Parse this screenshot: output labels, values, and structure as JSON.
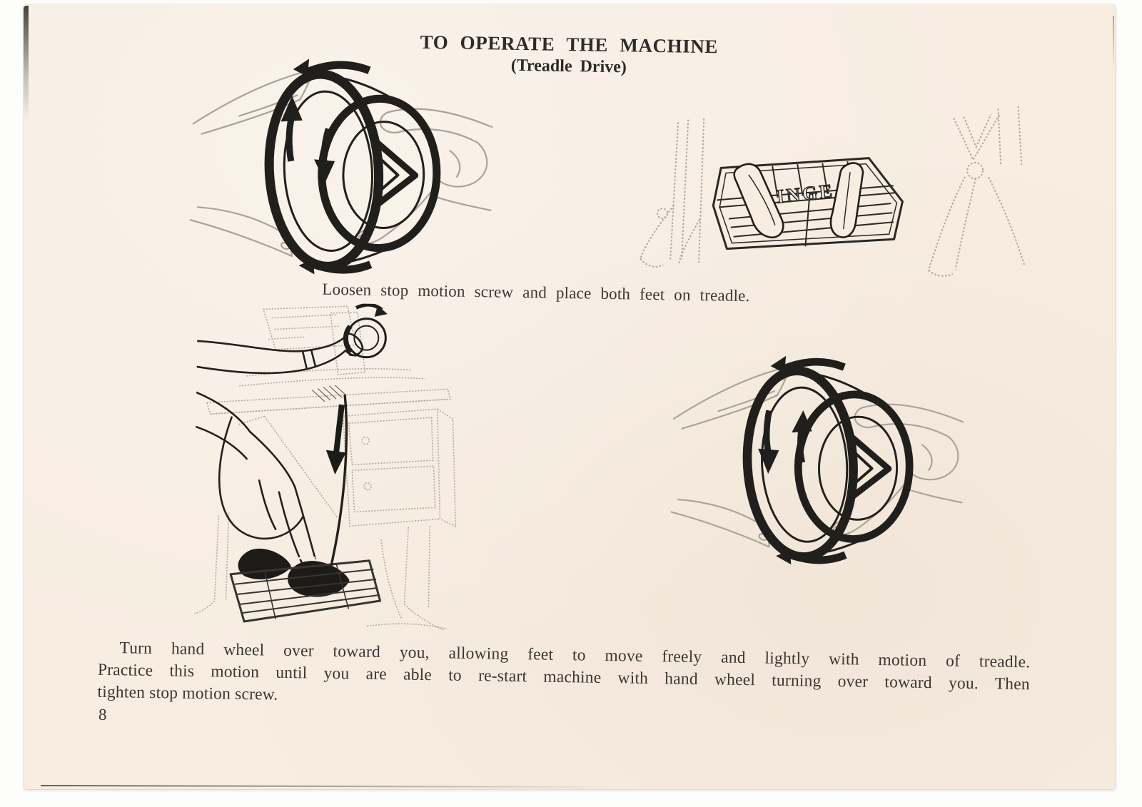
{
  "page": {
    "title": "TO OPERATE THE MACHINE",
    "subtitle": "(Treadle Drive)",
    "caption": "Loosen stop motion screw and place both feet on treadle.",
    "paragraph_lines": [
      "Turn hand wheel over toward you, allowing feet to move freely and lightly with motion of treadle.",
      "Practice this motion until you are able to re-start machine with hand wheel turning over toward you. Then",
      "tighten stop motion screw."
    ],
    "page_number": "8"
  },
  "figures": {
    "treadle_logo_text": "INGE"
  },
  "colors": {
    "paper": "#f7ede1",
    "ink_text": "#3a3833",
    "ink_draw": "#211f1c",
    "sketch": "#aaa499",
    "background": "#fdfdfc"
  }
}
